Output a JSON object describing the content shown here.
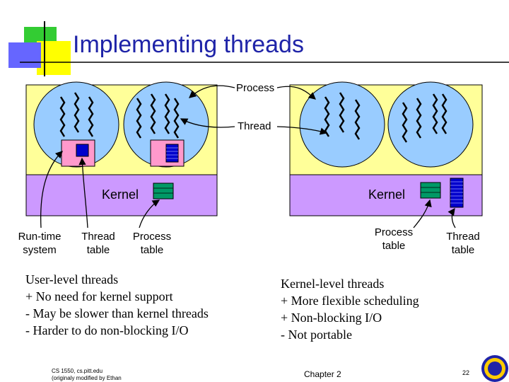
{
  "slide": {
    "title": "Implementing threads",
    "slide_number": "22",
    "footer_course": "CS 1550, cs.pitt.edu",
    "footer_credit": "(originaly modified by Ethan",
    "footer_chapter": "Chapter 2"
  },
  "labels": {
    "process": "Process",
    "thread": "Thread",
    "kernel_left": "Kernel",
    "kernel_right": "Kernel",
    "runtime_system_l1": "Run-time",
    "runtime_system_l2": "system",
    "thread_table_left_l1": "Thread",
    "thread_table_left_l2": "table",
    "process_table_left_l1": "Process",
    "process_table_left_l2": "table",
    "process_table_right_l1": "Process",
    "process_table_right_l2": "table",
    "thread_table_right_l1": "Thread",
    "thread_table_right_l2": "table"
  },
  "user_level": {
    "heading": "User-level threads",
    "points": [
      "+ No need for kernel support",
      "- May be slower than kernel threads",
      "- Harder to do non-blocking I/O"
    ]
  },
  "kernel_level": {
    "heading": "Kernel-level threads",
    "points": [
      "+ More flexible scheduling",
      "+ Non-blocking I/O",
      "- Not portable"
    ]
  },
  "colors": {
    "title": "#1f24a8",
    "user_space": "#ffff99",
    "kernel_space": "#cc99ff",
    "process_circle": "#99ccff",
    "runtime_box": "#ff99cc",
    "table_blue": "#0000cc",
    "table_green": "#009966",
    "decor_yellow": "#ffff00",
    "decor_green": "#33cc33",
    "decor_blue": "#6666ff"
  }
}
